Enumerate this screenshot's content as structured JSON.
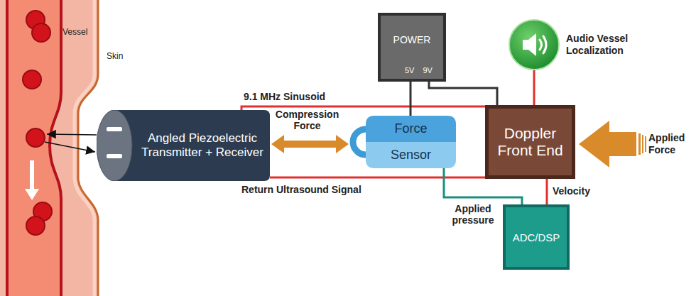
{
  "diagram": {
    "nodes": [
      {
        "text": [
          "POWER",
          "5V",
          "9V"
        ]
      },
      {
        "text": [
          "Audio Vessel Localization"
        ]
      },
      {
        "text": [
          "Angled Piezoelectric Transmitter + Receiver"
        ]
      },
      {
        "text": [
          "Force Sensor"
        ]
      },
      {
        "text": [
          "Doppler Front End"
        ]
      },
      {
        "text": [
          "ADC/DSP"
        ]
      }
    ],
    "edges": [
      {
        "from": 4,
        "to": 2,
        "label": "9.1 MHz Sinusoid",
        "arrow": "none"
      },
      {
        "from": 2,
        "to": 4,
        "label": "Return Ultrasound Signal",
        "arrow": "none"
      },
      {
        "from": 2,
        "to": 3,
        "label": "Compression Force",
        "arrow": "both"
      },
      {
        "from": 0,
        "to": 3,
        "arrow": "none"
      },
      {
        "from": 0,
        "to": 4,
        "arrow": "none"
      },
      {
        "from": 4,
        "to": 1,
        "arrow": "none"
      },
      {
        "from": 4,
        "to": 5,
        "label": "Velocity",
        "arrow": "none"
      },
      {
        "from": 3,
        "to": 5,
        "label": "Applied pressure",
        "arrow": "none"
      }
    ],
    "labels": [
      "Vessel",
      "Skin",
      "Applied Force"
    ]
  }
}
